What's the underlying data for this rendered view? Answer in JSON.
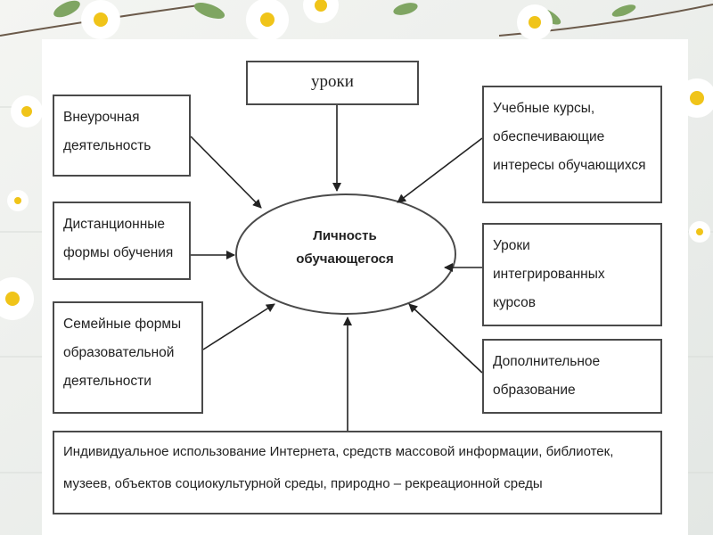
{
  "diagram": {
    "center": [
      "Личность",
      "обучающегося"
    ],
    "nodes": {
      "lessons": [
        "уроки"
      ],
      "extracurricular": [
        "Внеурочная",
        "деятельность"
      ],
      "distance": [
        "Дистанционные",
        "формы обучения"
      ],
      "family": [
        "Семейные формы",
        "образовательной",
        "деятельности"
      ],
      "courses": [
        "Учебные курсы,",
        "обеспечивающие",
        "интересы обучающихся"
      ],
      "integrated": [
        "Уроки",
        "интегрированных",
        "курсов"
      ],
      "additional": [
        "Дополнительное",
        "образование"
      ],
      "individual": [
        "Индивидуальное использование Интернета, средств массовой информации, библиотек,",
        "музеев, объектов  социокультурной среды, природно – рекреационной среды"
      ]
    }
  },
  "colors": {
    "stroke": "#4a4a4a",
    "panel": "#ffffff"
  }
}
